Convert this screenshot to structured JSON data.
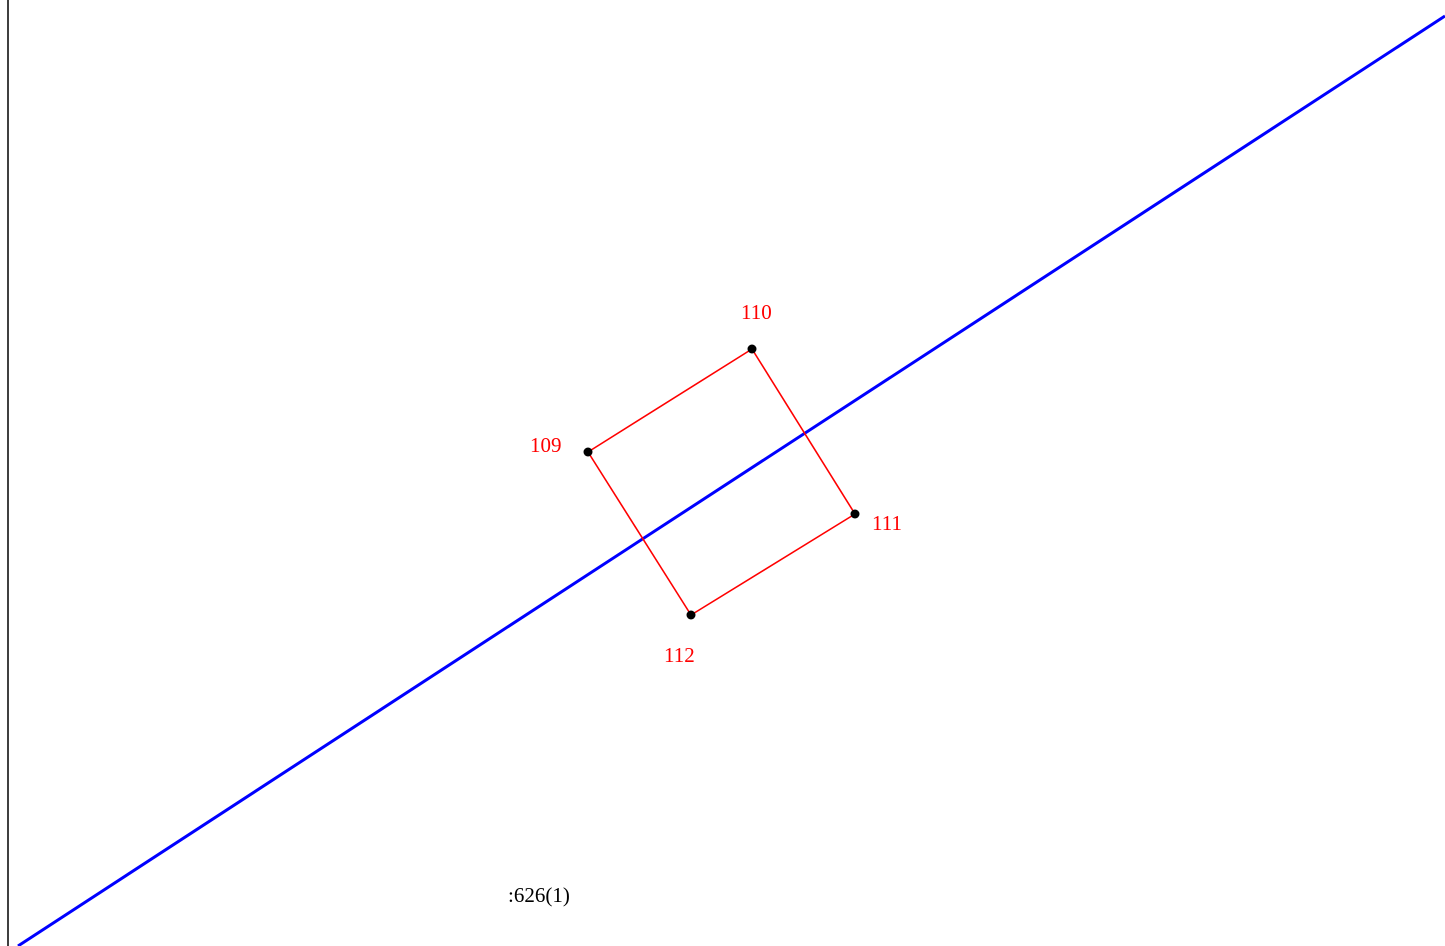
{
  "diagram": {
    "points": [
      {
        "id": "109",
        "label": "109"
      },
      {
        "id": "110",
        "label": "110"
      },
      {
        "id": "111",
        "label": "111"
      },
      {
        "id": "112",
        "label": "112"
      }
    ],
    "parcel_label": ":626(1)",
    "colors": {
      "boundary_line": "#0000ff",
      "parcel_edges": "#ff0000",
      "point_label": "#ff0000",
      "point_marker": "#000000",
      "parcel_label": "#000000",
      "frame": "#000000"
    }
  }
}
